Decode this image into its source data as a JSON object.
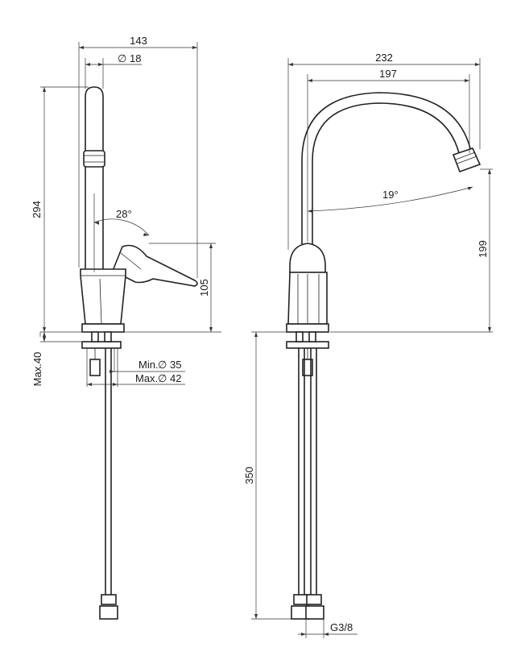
{
  "side_view": {
    "dim_width": "143",
    "dim_spout_dia": "18",
    "dim_height": "294",
    "dim_lever_angle": "28°",
    "dim_body_height": "105",
    "dim_max_thickness": "Max.40",
    "dim_min_hole": "Min.",
    "dim_min_hole_value": "35",
    "dim_max_hole": "Max.",
    "dim_max_hole_value": "42"
  },
  "front_view": {
    "dim_total_width": "232",
    "dim_reach": "197",
    "dim_swivel_angle": "19°",
    "dim_spout_height": "199",
    "dim_hose_length": "350",
    "dim_thread": "G3/8"
  },
  "symbols": {
    "diameter": "∅"
  }
}
